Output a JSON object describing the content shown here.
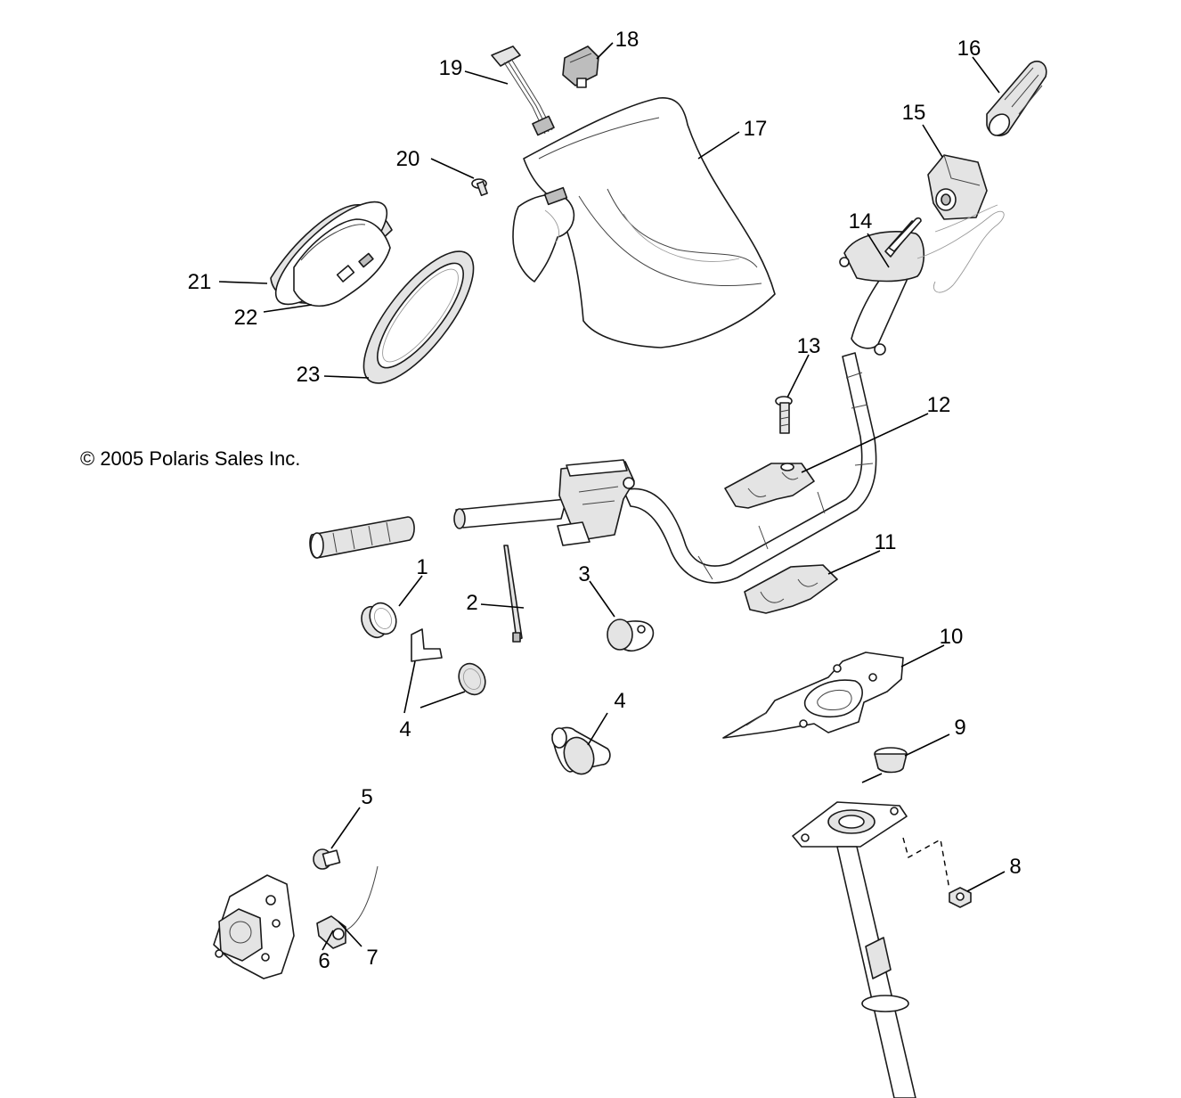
{
  "copyright": "© 2005 Polaris Sales Inc.",
  "callouts": [
    "1",
    "2",
    "3",
    "4",
    "4",
    "5",
    "6",
    "7",
    "8",
    "9",
    "10",
    "11",
    "12",
    "13",
    "14",
    "15",
    "16",
    "17",
    "18",
    "19",
    "20",
    "21",
    "22",
    "23"
  ]
}
